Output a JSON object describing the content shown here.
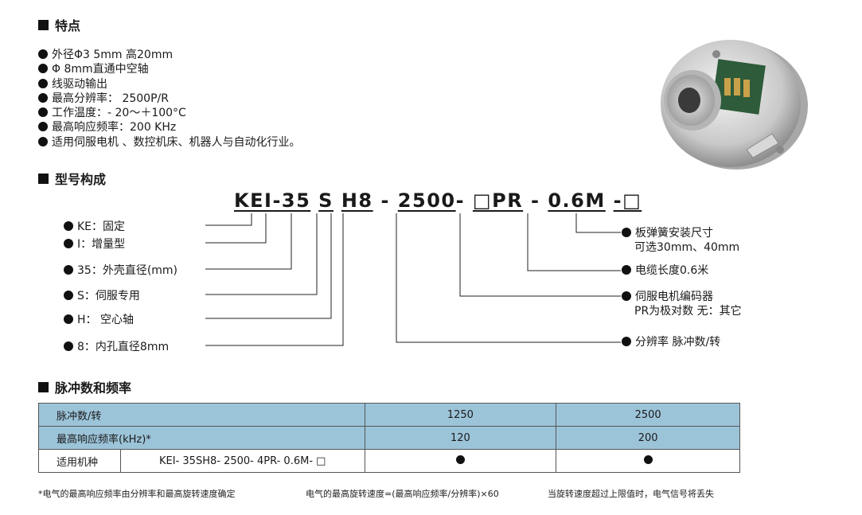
{
  "features": {
    "title": "特点",
    "items": [
      "外径Φ3 5mm  高20mm",
      "Φ 8mm直通中空轴",
      "线驱动输出",
      "最高分辨率：  2500P/R",
      "工作温度：- 20～＋100°C",
      "最高响应频率：200 KHz",
      "适用伺服电机 、数控机床、机器人与自动化行业。"
    ]
  },
  "model": {
    "title": "型号构成",
    "parts": [
      "KE",
      "I",
      "-35",
      "S",
      "H8",
      "-",
      "2500",
      "-",
      "□PR",
      "-",
      "0.6M",
      "-□"
    ],
    "left_labels": [
      "KE：固定",
      "I：增量型",
      "35：外壳直径(mm)",
      "S：伺服专用",
      "H：  空心轴",
      "8：内孔直径8mm"
    ],
    "right_labels": [
      {
        "line1": "板弹簧安装尺寸",
        "line2": "可选30mm、40mm"
      },
      {
        "line1": "电缆长度0.6米",
        "line2": ""
      },
      {
        "line1": "伺服电机编码器",
        "line2": "PR为极对数  无：其它"
      },
      {
        "line1": "分辨率    脉冲数/转",
        "line2": ""
      }
    ]
  },
  "pulse": {
    "title": "脉冲数和频率",
    "row1_label": "脉冲数/转",
    "row1_values": [
      "1250",
      "2500"
    ],
    "row2_label": "最高响应频率(kHz)*",
    "row2_values": [
      "120",
      "200"
    ],
    "row3_label": "适用机种",
    "row3_model": "KEI- 35SH8- 2500- 4PR- 0.6M- □"
  },
  "footnotes": [
    "*电气的最高响应频率由分辨率和最高旋转速度确定",
    "电气的最高旋转速度=(最高响应频率/分辨率)×60",
    "当旋转速度超过上限值时，电气信号将丢失"
  ]
}
